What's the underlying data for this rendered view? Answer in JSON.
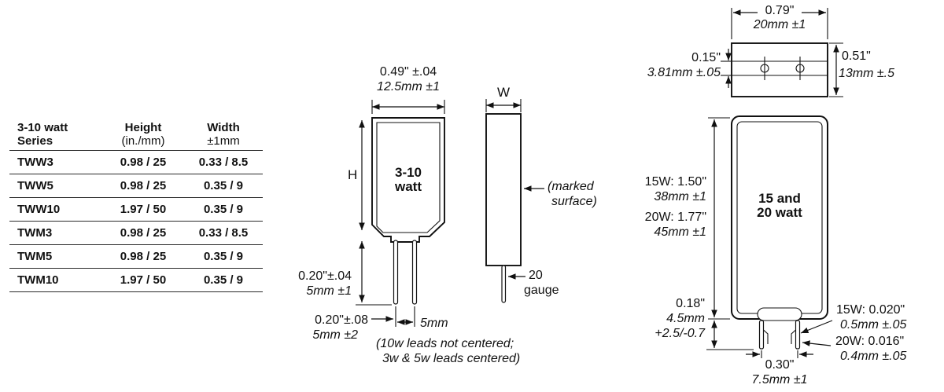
{
  "table": {
    "headers": {
      "series_line1": "3-10 watt",
      "series_line2": "Series",
      "height_line1": "Height",
      "height_line2": "(in./mm)",
      "width_line1": "Width",
      "width_line2": "±1mm"
    },
    "rows": [
      {
        "series": "TWW3",
        "height": "0.98 / 25",
        "width": "0.33 / 8.5"
      },
      {
        "series": "TWW5",
        "height": "0.98 / 25",
        "width": "0.35 / 9"
      },
      {
        "series": "TWW10",
        "height": "1.97 / 50",
        "width": "0.35 / 9"
      },
      {
        "series": "TWM3",
        "height": "0.98 / 25",
        "width": "0.33 / 8.5"
      },
      {
        "series": "TWM5",
        "height": "0.98 / 25",
        "width": "0.35 / 9"
      },
      {
        "series": "TWM10",
        "height": "1.97 / 50",
        "width": "0.35 / 9"
      }
    ]
  },
  "front_view": {
    "width_in": "0.49\" ±.04",
    "width_mm": "12.5mm ±1",
    "body_line1": "3-10",
    "body_line2": "watt",
    "height_symbol": "H",
    "lead_length_in": "0.20\"±.04",
    "lead_length_mm": "5mm ±1",
    "lead_offset_in": "0.20\"±.08",
    "lead_offset_mm": "5mm ±2",
    "lead_spacing": "5mm",
    "note_line1": "(10w leads not centered;",
    "note_line2": "3w & 5w leads centered)"
  },
  "side_view": {
    "width_symbol": "W",
    "marked_line1": "(marked",
    "marked_line2": "surface)",
    "gauge_line1": "20",
    "gauge_line2": "gauge"
  },
  "top_view": {
    "width_in": "0.79\"",
    "width_mm": "20mm ±1",
    "slot_in": "0.15\"",
    "slot_mm": "3.81mm ±.05",
    "depth_in": "0.51\"",
    "depth_mm": "13mm ±.5"
  },
  "power_view": {
    "body_line1": "15 and",
    "body_line2": "20 watt",
    "height_15w_in": "15W: 1.50\"",
    "height_15w_mm": "38mm ±1",
    "height_20w_in": "20W: 1.77\"",
    "height_20w_mm": "45mm ±1",
    "lead_length_in": "0.18\"",
    "lead_length_mm": "4.5mm",
    "lead_length_tol": "+2.5/-0.7",
    "thick_15w_in": "15W: 0.020\"",
    "thick_15w_mm": "0.5mm ±.05",
    "thick_20w_in": "20W: 0.016\"",
    "thick_20w_mm": "0.4mm ±.05",
    "spacing_in": "0.30\"",
    "spacing_mm": "7.5mm ±1"
  }
}
